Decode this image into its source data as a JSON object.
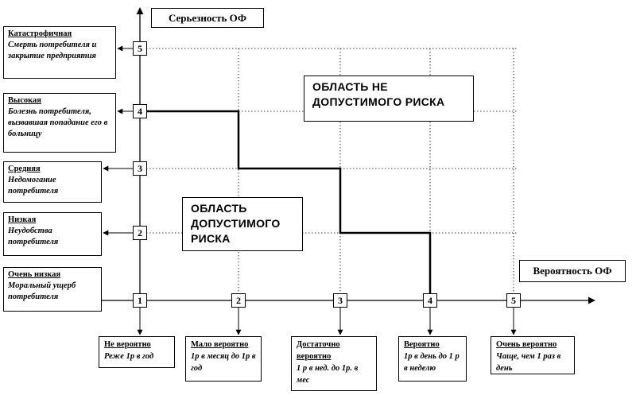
{
  "y_axis": {
    "title": "Серьезность ОФ",
    "levels": [
      "1",
      "2",
      "3",
      "4",
      "5"
    ]
  },
  "x_axis": {
    "title": "Вероятность ОФ",
    "levels": [
      "1",
      "2",
      "3",
      "4",
      "5"
    ]
  },
  "severity": [
    {
      "title": "Катастрофичная",
      "desc": "Смерть потребителя и закрытие предприятия"
    },
    {
      "title": "Высокая",
      "desc": "Болезнь потребителя, вызвавшая попадание его в больницу"
    },
    {
      "title": "Средняя",
      "desc": "Недомогание потребителя"
    },
    {
      "title": "Низкая",
      "desc": "Неудобства потребителя"
    },
    {
      "title": "Очень низкая",
      "desc": "Моральный ущерб потребителя"
    }
  ],
  "probability": [
    {
      "title": "Не вероятно",
      "desc": "Реже 1р в год"
    },
    {
      "title": "Мало вероятно",
      "desc": "1р в месяц до 1р в год"
    },
    {
      "title": "Достаточно вероятно",
      "desc": "1 р в нед. до 1р. в мес"
    },
    {
      "title": "Вероятно",
      "desc": "1р в день до 1 р в неделю"
    },
    {
      "title": "Очень вероятно",
      "desc": "Чаще, чем 1 раз в день"
    }
  ],
  "regions": {
    "unacceptable": "ОБЛАСТЬ НЕ ДОПУСТИМОГО РИСКА",
    "acceptable": "ОБЛАСТЬ ДОПУСТИМОГО РИСКА"
  },
  "risk_boundary": [
    {
      "probability": 1,
      "severity": 4
    },
    {
      "probability": 2,
      "severity": 4
    },
    {
      "probability": 2,
      "severity": 3
    },
    {
      "probability": 3,
      "severity": 3
    },
    {
      "probability": 3,
      "severity": 2
    },
    {
      "probability": 4,
      "severity": 2
    },
    {
      "probability": 4,
      "severity": 1
    }
  ]
}
